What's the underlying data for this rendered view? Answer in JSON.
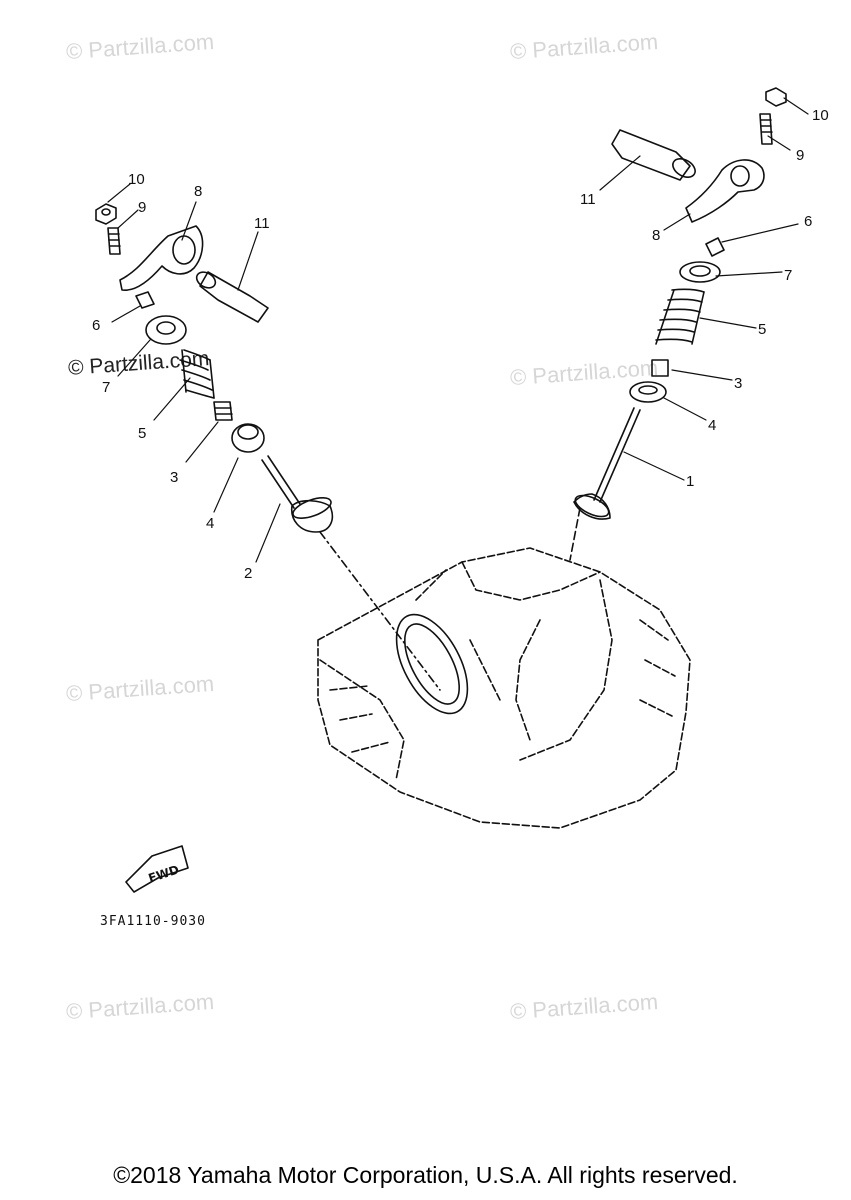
{
  "watermarks": [
    "© Partzilla.com",
    "© Partzilla.com",
    "© Partzilla.com",
    "© Partzilla.com",
    "© Partzilla.com",
    "© Partzilla.com",
    "© Partzilla.com"
  ],
  "callouts": {
    "left": [
      "10",
      "9",
      "8",
      "11",
      "6",
      "7",
      "5",
      "3",
      "4",
      "2"
    ],
    "right": [
      "10",
      "9",
      "11",
      "8",
      "6",
      "7",
      "5",
      "3",
      "4",
      "1"
    ]
  },
  "fwd_label": "FWD",
  "part_code": "3FA1110-9030",
  "copyright": "©2018  Yamaha Motor Corporation, U.S.A. All rights reserved."
}
